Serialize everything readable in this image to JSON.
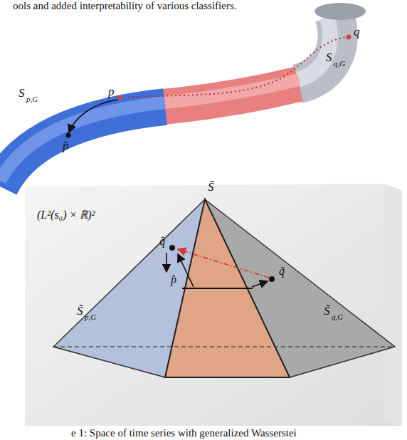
{
  "diagram": {
    "caption": "e 1: Space of time series with generalized Wasserstei",
    "nodes": [
      {
        "text": [
          "(L²(s₀) × ℝ)²"
        ]
      }
    ],
    "labels": [
      "ools and added interpretability of various classifiers.",
      "q",
      "S",
      "q,G",
      "S",
      "p,G",
      "p",
      "p̃",
      "S̃",
      "q̂",
      "p̂",
      "q̃",
      "S̃",
      "p,G",
      "S̃",
      "q,G"
    ]
  }
}
